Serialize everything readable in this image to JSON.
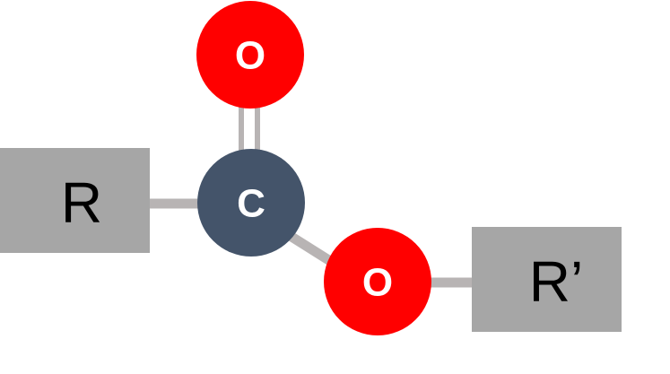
{
  "colors": {
    "oxygen": "#ff0000",
    "carbon": "#44546a",
    "group_box": "#a6a6a6",
    "bond": "#b8b4b4",
    "atom_text": "#ffffff",
    "group_text": "#000000"
  },
  "atoms": {
    "top_oxygen": "O",
    "carbon": "C",
    "ester_oxygen": "O"
  },
  "groups": {
    "left": "R",
    "right": "R’"
  }
}
